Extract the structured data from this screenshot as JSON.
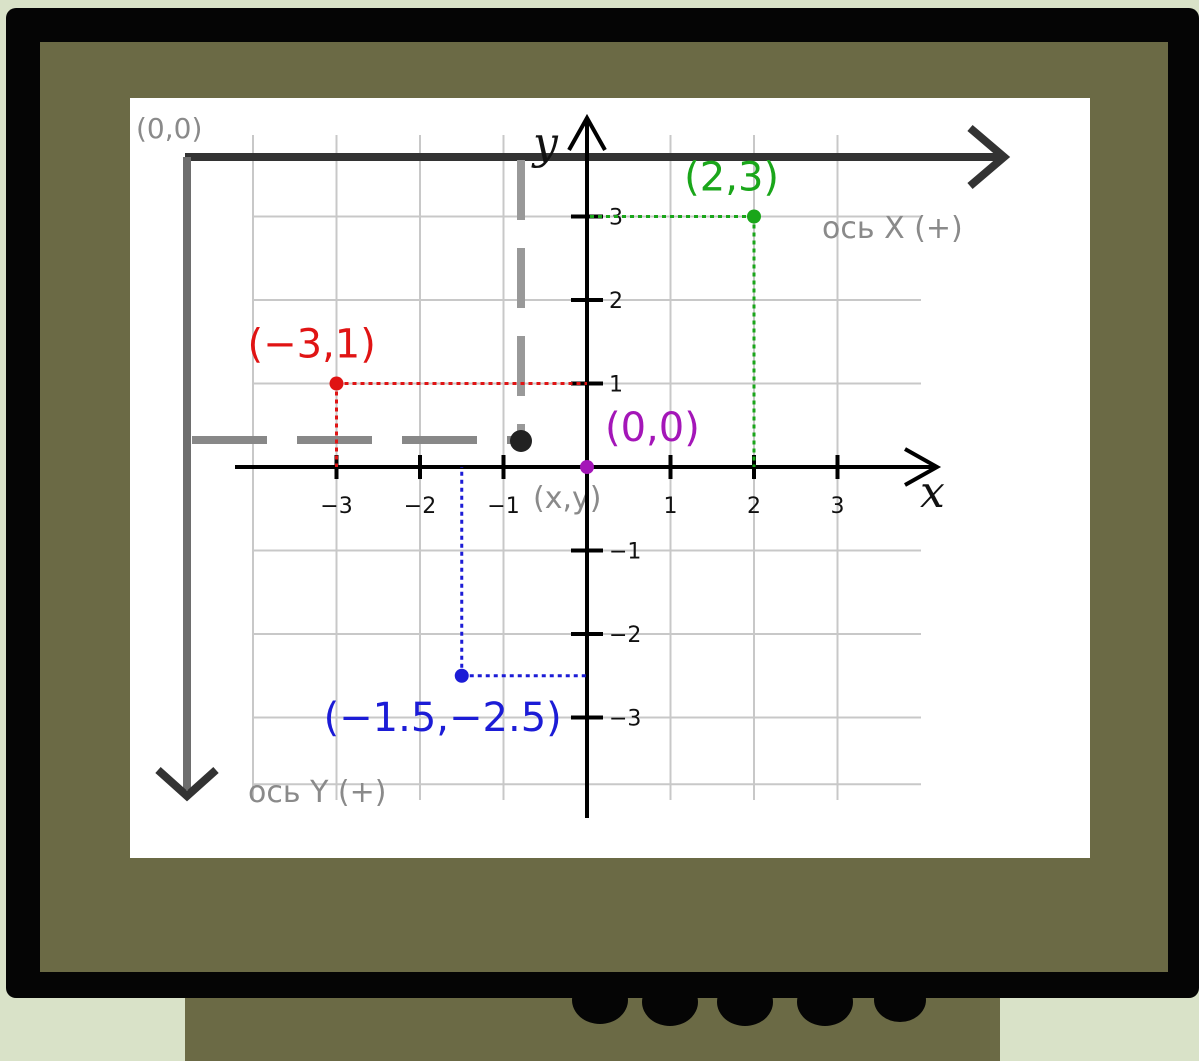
{
  "diagram": {
    "screen_axes": {
      "origin_label": "(0,0)",
      "x_axis_label": "ось X (+)",
      "y_axis_label": "ось Y (+)",
      "pixel_label": "(x,y)"
    },
    "cartesian": {
      "x_axis_name": "x",
      "y_axis_name": "y",
      "x_ticks": [
        "−3",
        "−2",
        "−1",
        "1",
        "2",
        "3"
      ],
      "y_ticks": [
        "3",
        "2",
        "1",
        "−1",
        "−2",
        "−3"
      ]
    },
    "points": [
      {
        "label": "(2,3)",
        "x": 2,
        "y": 3,
        "color": "#1aa61a"
      },
      {
        "label": "(−3,1)",
        "x": -3,
        "y": 1,
        "color": "#e01414"
      },
      {
        "label": "(0,0)",
        "x": 0,
        "y": 0,
        "color": "#a416b8"
      },
      {
        "label": "(−1.5,−2.5)",
        "x": -1.5,
        "y": -2.5,
        "color": "#1c1cd6"
      }
    ],
    "colors": {
      "monitor_frame": "#050505",
      "monitor_bezel": "#6b6a45",
      "screen": "#ffffff",
      "grid": "#c8c8c8"
    }
  }
}
